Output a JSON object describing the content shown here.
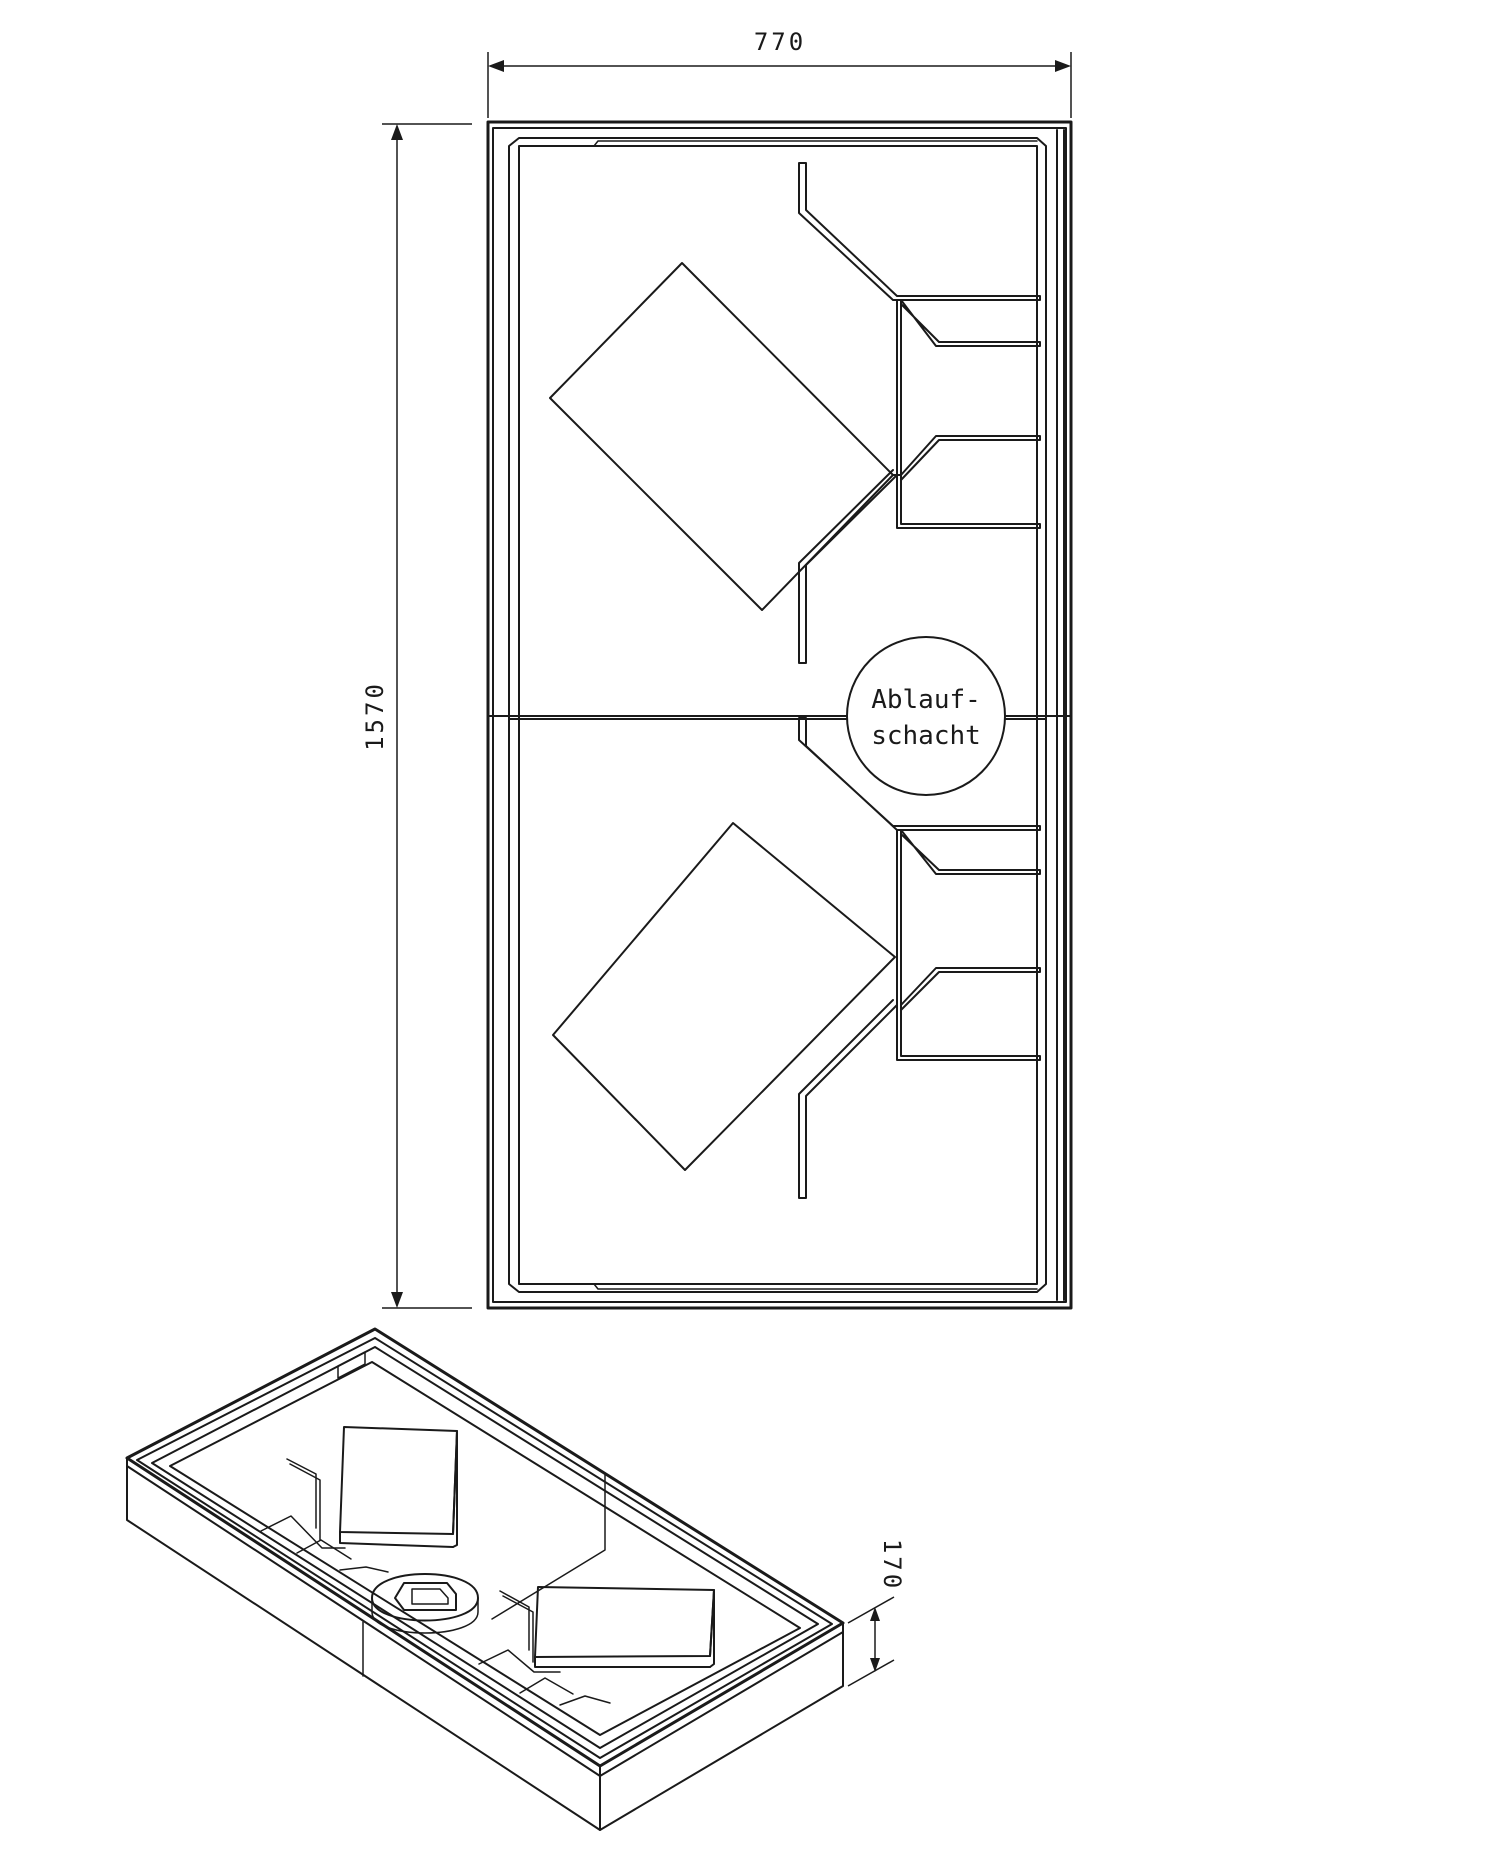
{
  "dimensions": {
    "width": "770",
    "length": "1570",
    "height": "170"
  },
  "callout": {
    "line1": "Ablauf-",
    "line2": "schacht"
  }
}
